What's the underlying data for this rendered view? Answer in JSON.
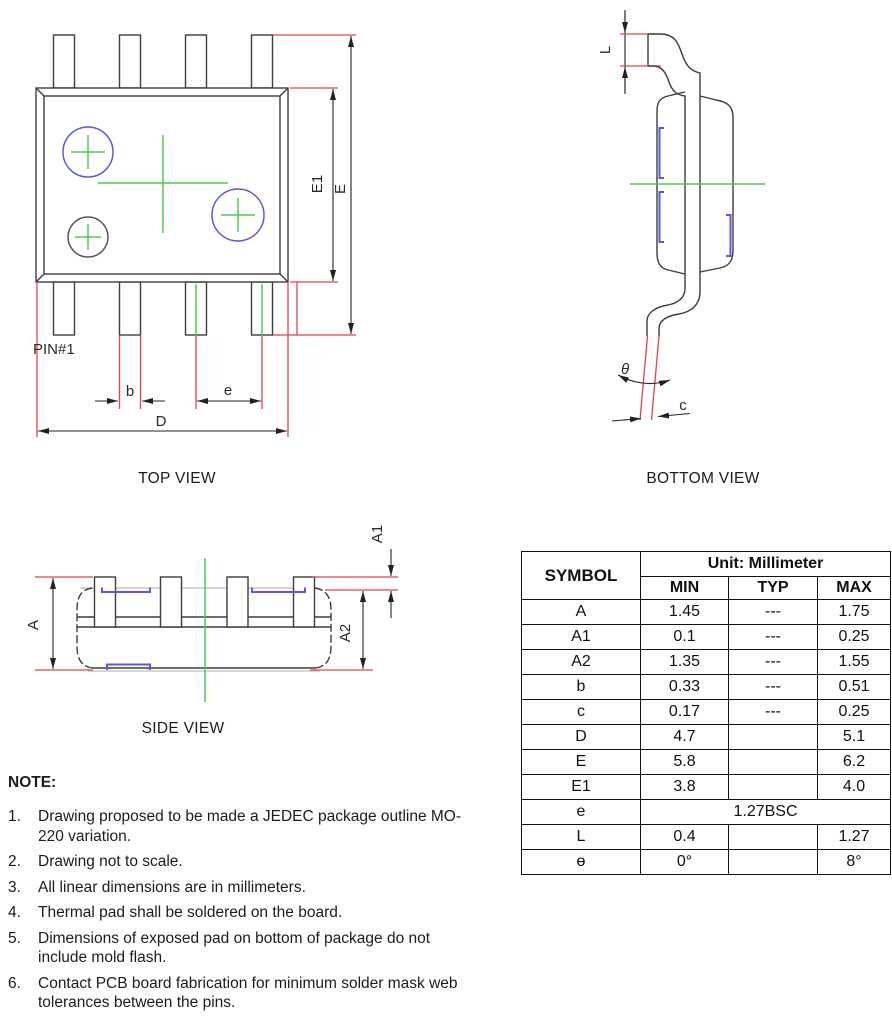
{
  "colors": {
    "extension_line_red": "#e2434e",
    "centerline_green": "#4ecc4e",
    "pad_blue": "#5a5ad8",
    "outline_gray": "#3d3d3d"
  },
  "drawings": {
    "top_view": {
      "caption": "TOP VIEW",
      "pin1_label": "PIN#1",
      "labels": {
        "E1": "E1",
        "E": "E",
        "b": "b",
        "e": "e",
        "D": "D"
      }
    },
    "bottom_view": {
      "caption": "BOTTOM VIEW",
      "labels": {
        "L": "L",
        "theta": "θ",
        "c": "c"
      }
    },
    "side_view": {
      "caption": "SIDE VIEW",
      "labels": {
        "A": "A",
        "A1": "A1",
        "A2": "A2"
      }
    }
  },
  "table": {
    "symbol_header": "SYMBOL",
    "unit_header": "Unit: Millimeter",
    "columns": [
      "MIN",
      "TYP",
      "MAX"
    ],
    "rows": [
      {
        "symbol": "A",
        "min": "1.45",
        "typ": "---",
        "max": "1.75"
      },
      {
        "symbol": "A1",
        "min": "0.1",
        "typ": "---",
        "max": "0.25"
      },
      {
        "symbol": "A2",
        "min": "1.35",
        "typ": "---",
        "max": "1.55"
      },
      {
        "symbol": "b",
        "min": "0.33",
        "typ": "---",
        "max": "0.51"
      },
      {
        "symbol": "c",
        "min": "0.17",
        "typ": "---",
        "max": "0.25"
      },
      {
        "symbol": "D",
        "min": "4.7",
        "typ": "",
        "max": "5.1"
      },
      {
        "symbol": "E",
        "min": "5.8",
        "typ": "",
        "max": "6.2"
      },
      {
        "symbol": "E1",
        "min": "3.8",
        "typ": "",
        "max": "4.0"
      },
      {
        "symbol": "e",
        "span": "1.27BSC"
      },
      {
        "symbol": "L",
        "min": "0.4",
        "typ": "",
        "max": "1.27"
      },
      {
        "symbol": "ɵ",
        "min": "0°",
        "typ": "",
        "max": "8°"
      }
    ]
  },
  "note": {
    "title": "NOTE:",
    "items": [
      "Drawing proposed to be made a JEDEC package outline MO-220 variation.",
      "Drawing not to scale.",
      "All linear dimensions are in millimeters.",
      "Thermal pad shall be soldered on the board.",
      "Dimensions of exposed pad on bottom of package do not include mold flash.",
      "Contact PCB board fabrication for minimum solder mask web tolerances between the pins."
    ]
  }
}
